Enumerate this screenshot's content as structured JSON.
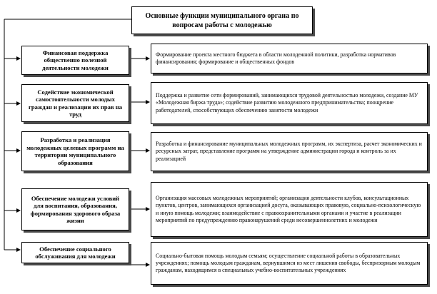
{
  "title": "Основные функции муниципального органа по вопросам работы с молодежью",
  "rows": [
    {
      "left": "Финансовая поддержка общественно полезной деятельности молодежи",
      "right": "Формирование проекта местного бюджета в области молодежной политики, разработка нормативов финансирования; формирование и общественных фондов"
    },
    {
      "left": "Содействие экономической самостоятельности молодых граждан и реализации их прав на труд",
      "right": "Поддержка и развитие сети формирований, занимающихся трудовой деятельностью молодежи, создание МУ «Молодежная биржа труда»; содействие развитию молодежного предпринимательства; поощрение работодателей, способствующих обеспечению занятости молодежи"
    },
    {
      "left": "Разработка и реализация молодежных целевых программ на территории муниципального образования",
      "right": "Разработка и финансирование муниципальных молодежных программ, их экспертиза, расчет экономических и ресурсных затрат, представление программ на утверждение администрации города и контроль за их реализацией"
    },
    {
      "left": "Обеспечение молодежи условий для воспитания, образования, формирования здорового образа жизни",
      "right": "Организация массовых молодежных мероприятий; организация деятельности клубов, консультационных пунктов, центров, занимающихся организацией досуга, оказывающих правовую, социально-психологическую и иную помощь молодежи; взаимодействие с правоохранительными органами и участие в реализации мероприятий по предупреждению правонарушений среди несовершеннолетних и молодежи"
    },
    {
      "left": "Обеспечение социального обслуживания для молодежи",
      "right": "Социально-бытовая помощь молодым семьям; осуществление социальной работы в образовательных учреждениях; помощь молодым гражданам, вернувшимся из мест лишения свободы, беспризорным молодым гражданам, находящимся в специальных учебно-воспитательных учреждениях"
    }
  ]
}
